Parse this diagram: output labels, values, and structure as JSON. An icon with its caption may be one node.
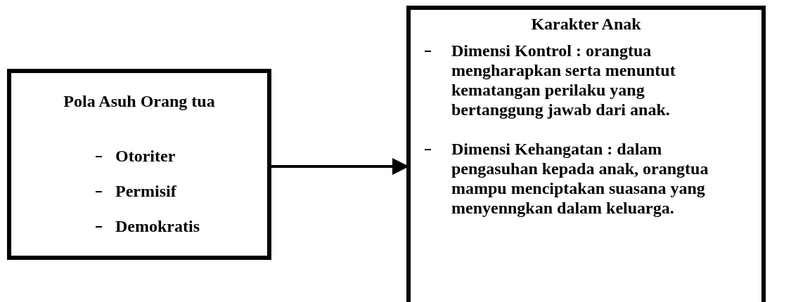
{
  "diagram": {
    "nodes": [
      {
        "text": [
          "Pola Asuh Orang tua",
          "Otoriter",
          "Permisif",
          "Demokratis"
        ]
      },
      {
        "text": [
          "Karakter Anak",
          "Dimensi Kontrol : orangtua mengharapkan serta menuntut kematangan perilaku yang bertanggung jawab dari anak.",
          "Dimensi Kehangatan : dalam pengasuhan kepada anak, orangtua mampu menciptakan suasana yang menyenngkan dalam keluarga."
        ]
      }
    ],
    "edges": [
      {
        "from": 0,
        "to": 1,
        "arrow": "to"
      }
    ]
  }
}
